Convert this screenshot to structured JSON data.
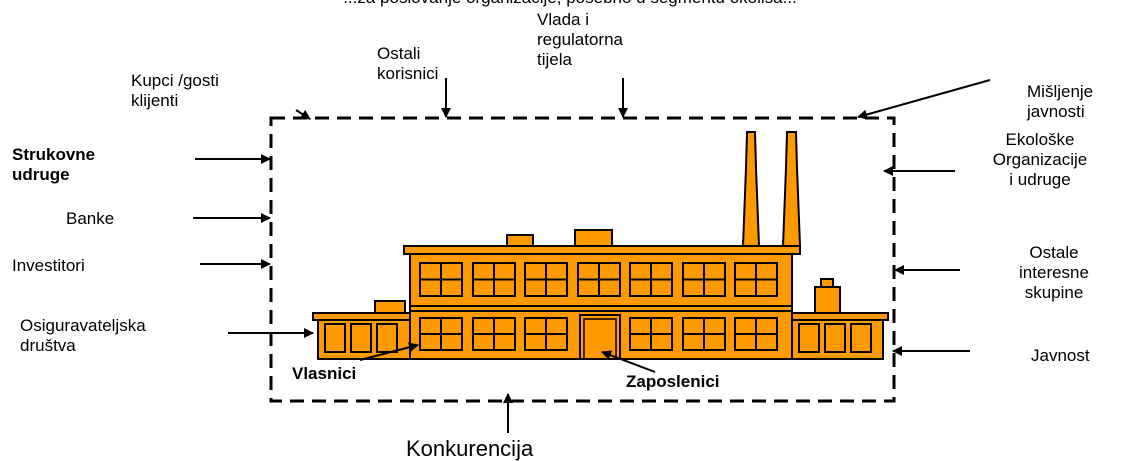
{
  "header_fragment": "...za poslovanje organizacije, posebno u segmentu okoliša...",
  "stakeholders": {
    "kupci": "Kupci /gosti\nklijenti",
    "ostali_korisnici": "Ostali\nkorisnici",
    "vlada": "Vlada i\nregulatorna\ntijela",
    "misljenje_javnosti": "Mišljenje\njavnosti",
    "strukovne_udruge": "Strukovne\nudruge",
    "banke": "Banke",
    "investitori": "Investitori",
    "osiguravateljska": "Osiguravateljska\ndruštva",
    "ekoloske": "Ekološke\nOrganizacije\ni udruge",
    "ostale_interesne": "Ostale\ninteresne\nskupine",
    "javnost": "Javnost",
    "vlasnici": "Vlasnici",
    "zaposlenici": "Zaposlenici",
    "konkurencija": "Konkurencija"
  },
  "colors": {
    "factory_fill": "#FF9900",
    "outline": "#000000",
    "background": "#FFFFFF"
  }
}
